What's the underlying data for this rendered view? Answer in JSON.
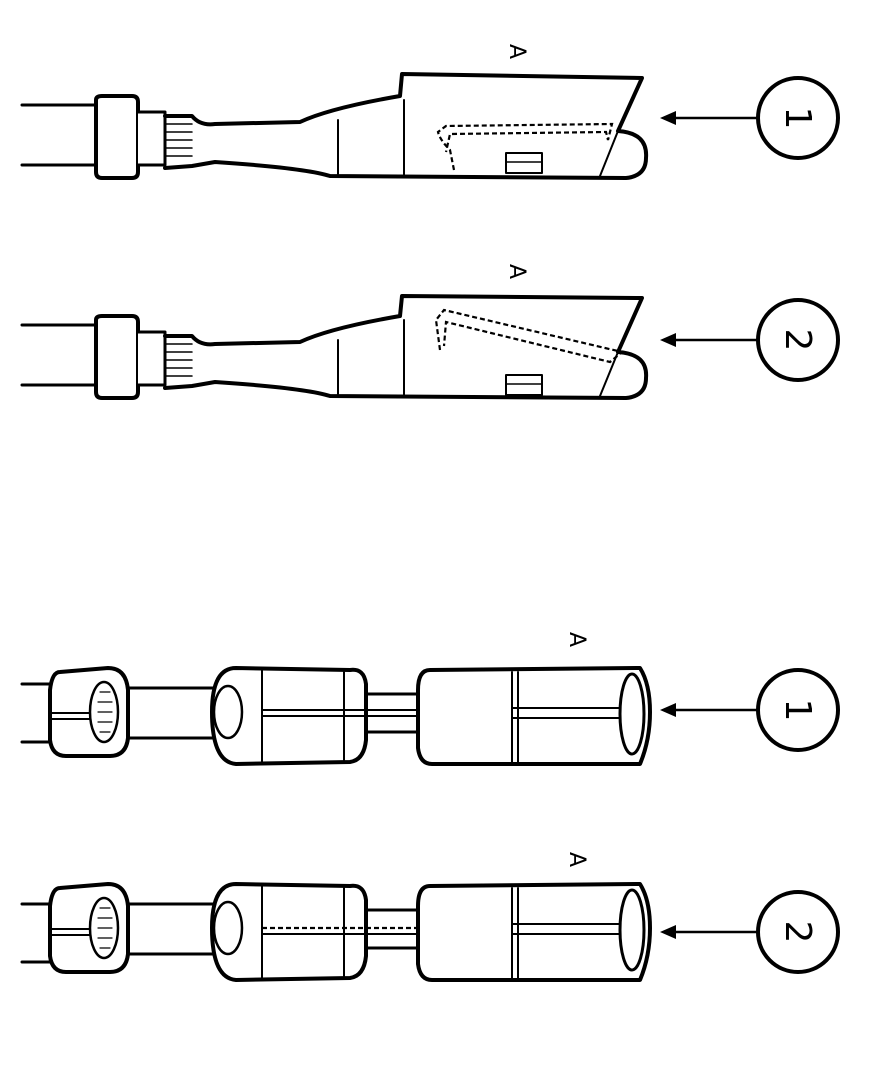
{
  "figure": {
    "views": [
      {
        "id": "flat-1",
        "label_a": "A",
        "callout": "1"
      },
      {
        "id": "flat-2",
        "label_a": "A",
        "callout": "2"
      },
      {
        "id": "round-1",
        "label_a": "A",
        "callout": "1"
      },
      {
        "id": "round-2",
        "label_a": "A",
        "callout": "2"
      }
    ]
  },
  "colors": {
    "line": "#000000",
    "background": "#ffffff"
  }
}
